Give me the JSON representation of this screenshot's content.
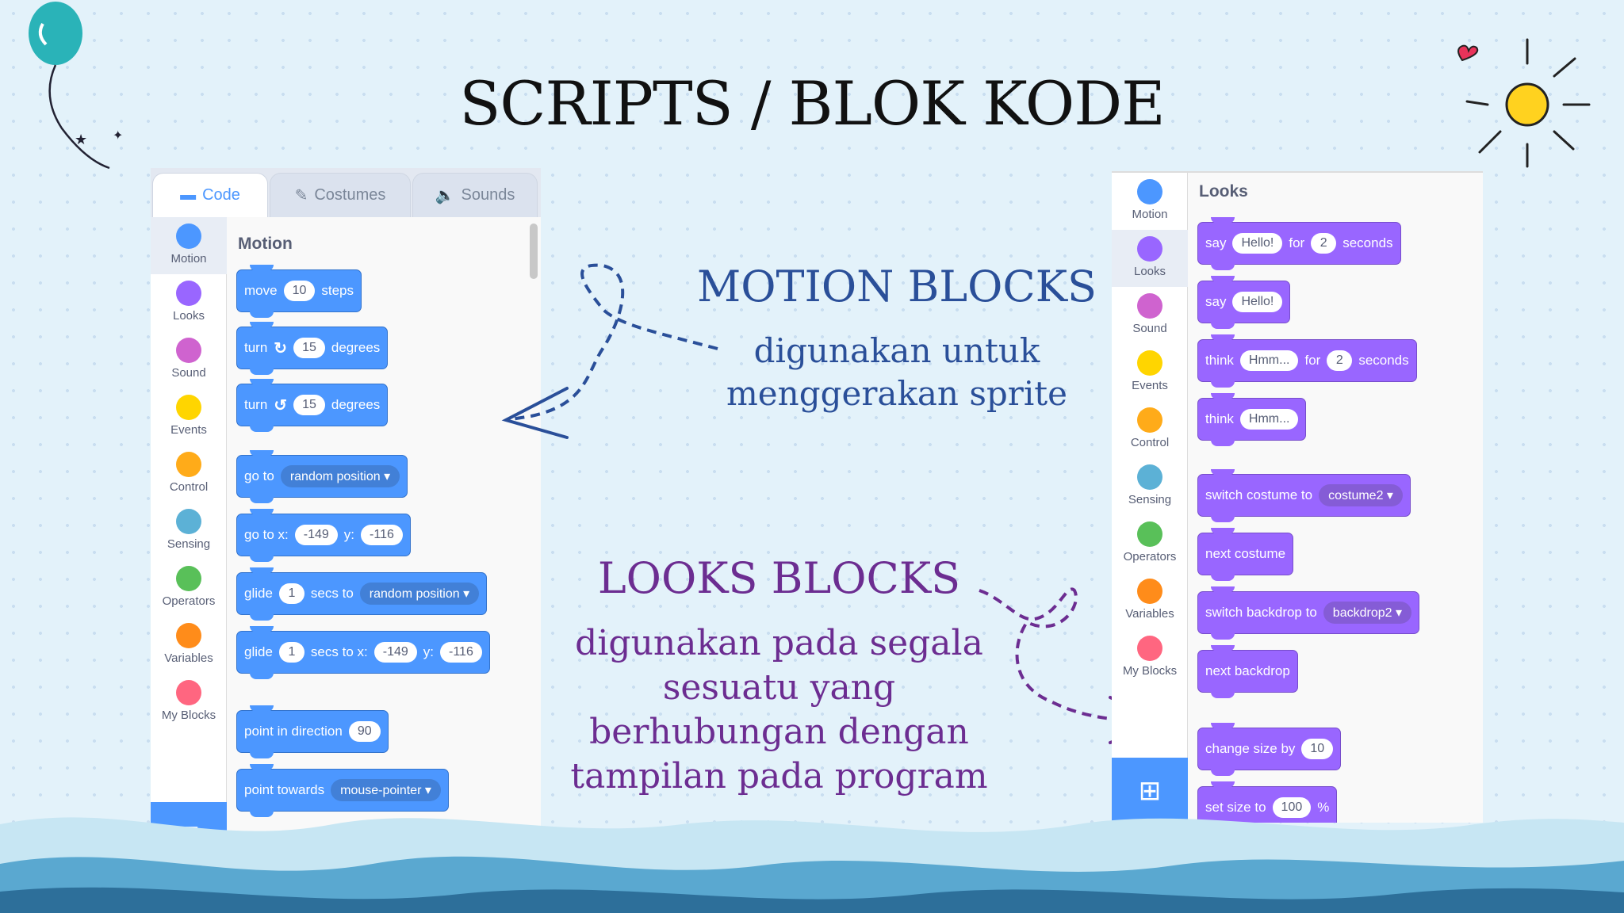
{
  "slide": {
    "title": "SCRIPTS / BLOK KODE",
    "motion_heading": "MOTION BLOCKS",
    "motion_description": "digunakan untuk menggerakan sprite",
    "looks_heading": "LOOKS BLOCKS",
    "looks_description": "digunakan pada segala sesuatu yang berhubungan dengan tampilan pada program"
  },
  "colors": {
    "motion": "#4c97ff",
    "looks": "#9966ff",
    "sound": "#cf63cf",
    "events": "#ffd500",
    "control": "#ffab19",
    "sensing": "#5cb1d6",
    "operators": "#59c059",
    "variables": "#ff8c1a",
    "my_blocks": "#ff6680",
    "motion_text": "#2a4f99",
    "looks_text": "#6c2d91"
  },
  "left_panel": {
    "tabs": [
      {
        "label": "Code",
        "icon": "code-icon",
        "active": true
      },
      {
        "label": "Costumes",
        "icon": "brush-icon",
        "active": false
      },
      {
        "label": "Sounds",
        "icon": "speaker-icon",
        "active": false
      }
    ],
    "categories": [
      "Motion",
      "Looks",
      "Sound",
      "Events",
      "Control",
      "Sensing",
      "Operators",
      "Variables",
      "My Blocks"
    ],
    "selected_category": "Motion",
    "palette_heading": "Motion",
    "blocks": {
      "move": {
        "word": "move",
        "steps": "10",
        "unit": "steps"
      },
      "turn_right": {
        "word": "turn",
        "icon": "rotate-right-icon",
        "degrees": "15",
        "unit": "degrees"
      },
      "turn_left": {
        "word": "turn",
        "icon": "rotate-left-icon",
        "degrees": "15",
        "unit": "degrees"
      },
      "go_to": {
        "word": "go to",
        "target": "random position"
      },
      "go_to_xy": {
        "word": "go to x:",
        "x": "-149",
        "ylabel": "y:",
        "y": "-116"
      },
      "glide_to": {
        "word": "glide",
        "secs": "1",
        "mid": "secs to",
        "target": "random position"
      },
      "glide_xy": {
        "word": "glide",
        "secs": "1",
        "mid": "secs to x:",
        "x": "-149",
        "ylabel": "y:",
        "y": "-116"
      },
      "point_dir": {
        "word": "point in direction",
        "value": "90"
      },
      "point_towards": {
        "word": "point towards",
        "target": "mouse-pointer"
      }
    }
  },
  "right_panel": {
    "categories": [
      "Motion",
      "Looks",
      "Sound",
      "Events",
      "Control",
      "Sensing",
      "Operators",
      "Variables",
      "My Blocks"
    ],
    "selected_category": "Looks",
    "palette_heading": "Looks",
    "blocks": {
      "say_for": {
        "word": "say",
        "text": "Hello!",
        "for": "for",
        "secs": "2",
        "unit": "seconds"
      },
      "say": {
        "word": "say",
        "text": "Hello!"
      },
      "think_for": {
        "word": "think",
        "text": "Hmm...",
        "for": "for",
        "secs": "2",
        "unit": "seconds"
      },
      "think": {
        "word": "think",
        "text": "Hmm..."
      },
      "switch_costume": {
        "word": "switch costume to",
        "target": "costume2"
      },
      "next_costume": {
        "word": "next costume"
      },
      "switch_backdrop": {
        "word": "switch backdrop to",
        "target": "backdrop2"
      },
      "next_backdrop": {
        "word": "next backdrop"
      },
      "change_size": {
        "word": "change size by",
        "value": "10"
      },
      "set_size": {
        "word": "set size to",
        "value": "100",
        "unit": "%"
      }
    }
  }
}
